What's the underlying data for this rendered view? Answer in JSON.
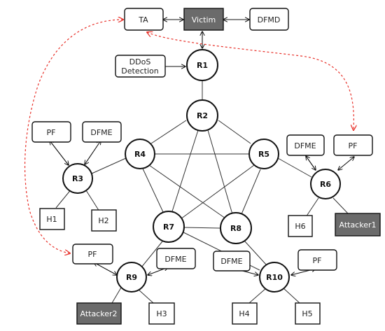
{
  "nodes": {
    "ta": {
      "label": "TA"
    },
    "victim": {
      "label": "Victim"
    },
    "dfmd": {
      "label": "DFMD"
    },
    "ddos": {
      "line1": "DDoS",
      "line2": "Detection"
    },
    "r1": {
      "label": "R1"
    },
    "r2": {
      "label": "R2"
    },
    "r3": {
      "label": "R3"
    },
    "r4": {
      "label": "R4"
    },
    "r5": {
      "label": "R5"
    },
    "r6": {
      "label": "R6"
    },
    "r7": {
      "label": "R7"
    },
    "r8": {
      "label": "R8"
    },
    "r9": {
      "label": "R9"
    },
    "r10": {
      "label": "R10"
    },
    "pf_left": {
      "label": "PF"
    },
    "dfme_left": {
      "label": "DFME"
    },
    "h1": {
      "label": "H1"
    },
    "h2": {
      "label": "H2"
    },
    "dfme_right": {
      "label": "DFME"
    },
    "pf_right": {
      "label": "PF"
    },
    "h6": {
      "label": "H6"
    },
    "attacker1": {
      "label": "Attacker1"
    },
    "pf_bottom": {
      "label": "PF"
    },
    "dfme_bottom": {
      "label": "DFME"
    },
    "attacker2": {
      "label": "Attacker2"
    },
    "h3": {
      "label": "H3"
    },
    "dfme_br": {
      "label": "DFME"
    },
    "pf_br": {
      "label": "PF"
    },
    "h4": {
      "label": "H4"
    },
    "h5": {
      "label": "H5"
    }
  },
  "colors": {
    "stroke": "#111111",
    "dark_fill": "#6b6b6b",
    "dashed": "#e8322b"
  }
}
